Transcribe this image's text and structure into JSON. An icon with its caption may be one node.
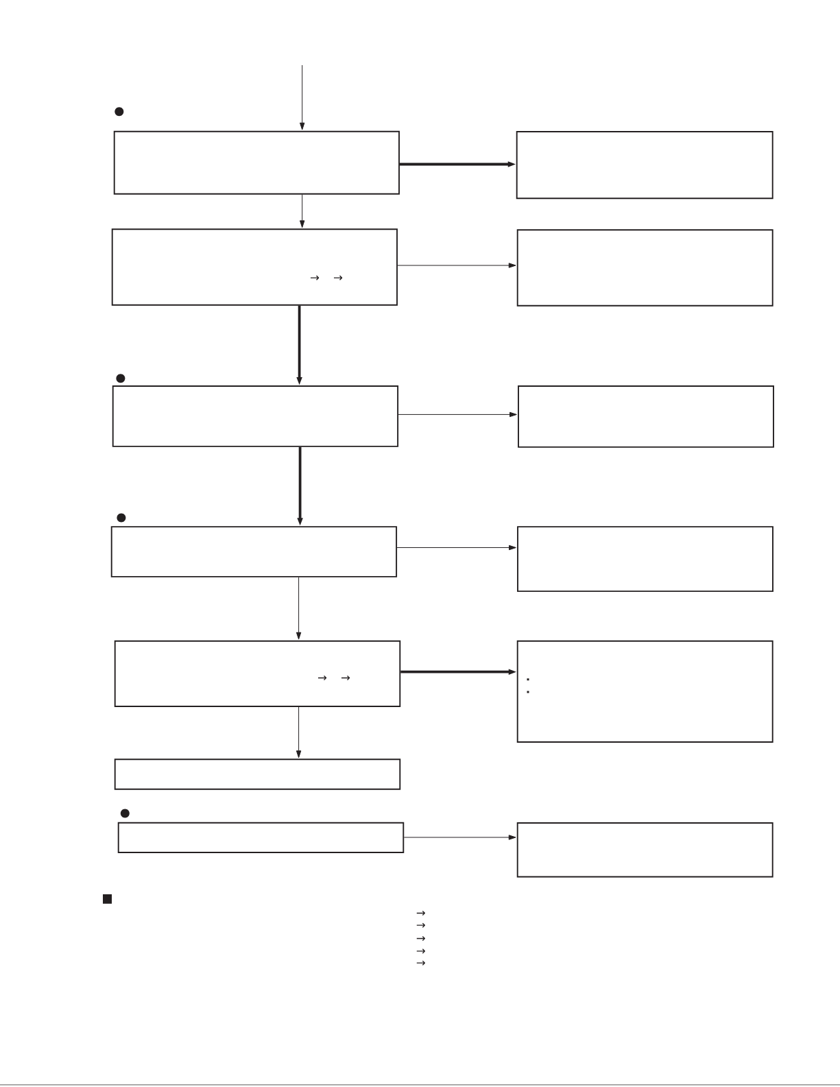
{
  "diagram": {
    "nodes": [
      {
        "text": [],
        "shape": "box"
      },
      {
        "text": [],
        "shape": "box"
      },
      {
        "text": [
          "→",
          "→"
        ]
      },
      {
        "text": [],
        "shape": "box"
      },
      {
        "text": [],
        "shape": "box"
      },
      {
        "text": [],
        "shape": "box"
      },
      {
        "text": [],
        "shape": "box"
      },
      {
        "text": [],
        "shape": "box"
      },
      {
        "text": [
          "→",
          "→"
        ]
      },
      {
        "text": [],
        "shape": "box"
      },
      {
        "text": [],
        "shape": "box"
      },
      {
        "text": [],
        "shape": "box"
      },
      {
        "text": [],
        "shape": "box"
      }
    ],
    "edges": [
      {
        "from": null,
        "to": 0,
        "arrow": "to"
      },
      {
        "from": 0,
        "to": 1,
        "arrow": "to",
        "style": "thick"
      },
      {
        "from": 0,
        "to": 2,
        "arrow": "to"
      },
      {
        "from": 2,
        "to": 3,
        "arrow": "to"
      },
      {
        "from": 2,
        "to": 4,
        "arrow": "to",
        "style": "thick"
      },
      {
        "from": 4,
        "to": 5,
        "arrow": "to"
      },
      {
        "from": 4,
        "to": 6,
        "arrow": "to",
        "style": "thick"
      },
      {
        "from": 6,
        "to": 7,
        "arrow": "to"
      },
      {
        "from": 6,
        "to": 8,
        "arrow": "to"
      },
      {
        "from": 8,
        "to": 9,
        "arrow": "to",
        "style": "thick"
      },
      {
        "from": 8,
        "to": 10,
        "arrow": "to"
      },
      {
        "from": 11,
        "to": 12,
        "arrow": "to"
      }
    ],
    "labels": [
      "→",
      "→",
      "→",
      "→",
      "→"
    ]
  }
}
